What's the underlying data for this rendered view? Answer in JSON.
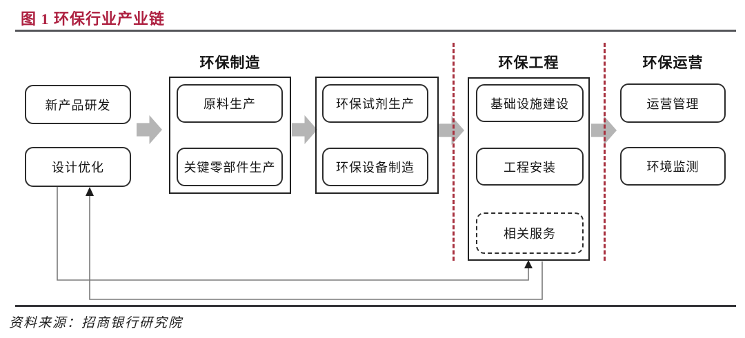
{
  "title": "图 1 环保行业产业链",
  "source": "资料来源：招商银行研究院",
  "sections": {
    "manufacturing": {
      "label": "环保制造"
    },
    "engineering": {
      "label": "环保工程"
    },
    "operation": {
      "label": "环保运营"
    }
  },
  "nodes": {
    "rnd": "新产品研发",
    "design": "设计优化",
    "raw": "原料生产",
    "components": "关键零部件生产",
    "reagent": "环保试剂生产",
    "equipment": "环保设备制造",
    "infrastructure": "基础设施建设",
    "installation": "工程安装",
    "services": "相关服务",
    "ops": "运营管理",
    "monitor": "环境监测"
  },
  "colors": {
    "title_red": "#ad2040",
    "dashed_divider_red": "#a83240",
    "flow_arrow_gray": "#b5b5b5",
    "feedback_line_gray": "#7a7a7a",
    "rule_gray": "#55565a"
  }
}
